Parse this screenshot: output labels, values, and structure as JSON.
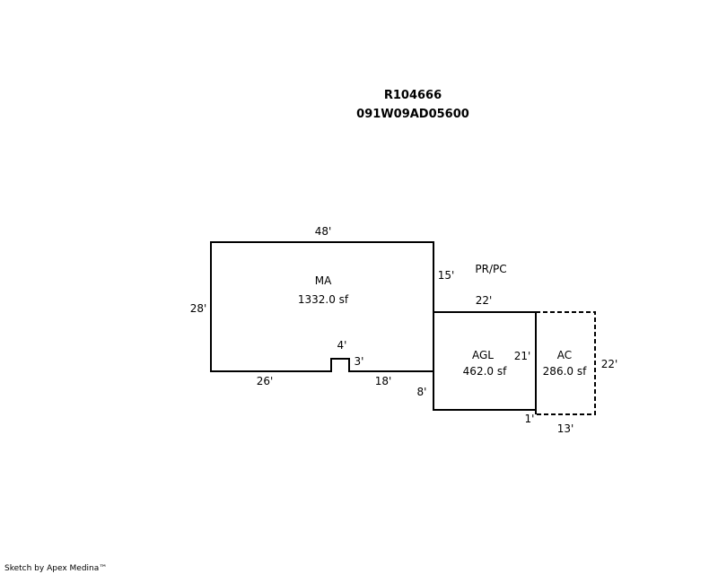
{
  "header": {
    "parcel_id": "R104666",
    "map_number": "091W09AD05600"
  },
  "areas": {
    "ma": {
      "code": "MA",
      "area": "1332.0 sf"
    },
    "agl": {
      "code": "AGL",
      "area": "462.0 sf"
    },
    "ac": {
      "code": "AC",
      "area": "286.0 sf"
    },
    "pr_pc": {
      "code": "PR/PC"
    }
  },
  "dimensions": {
    "ma_top": "48'",
    "ma_left": "28'",
    "ma_bottom_left": "26'",
    "notch_width": "4'",
    "notch_depth": "3'",
    "ma_bottom_right": "18'",
    "ma_right_upper": "15'",
    "agl_top": "22'",
    "agl_left_lower": "8'",
    "agl_right": "21'",
    "offset": "1'",
    "ac_bottom": "13'",
    "ac_right": "22'"
  },
  "footer": {
    "credit": "Sketch by Apex Medina™"
  }
}
